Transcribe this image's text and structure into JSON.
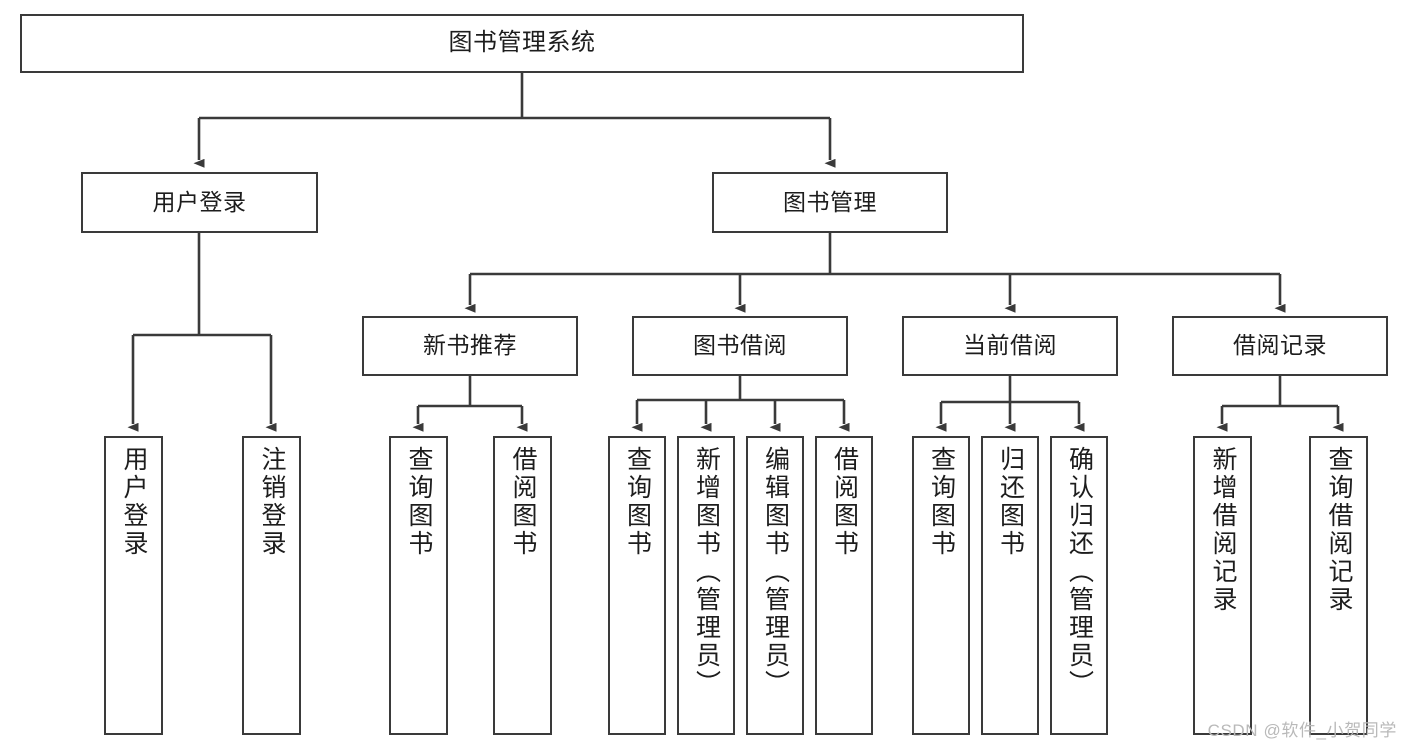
{
  "diagram": {
    "title": "图书管理系统",
    "type": "tree-hierarchy",
    "watermark": "CSDN @软件_小贺同学",
    "colors": {
      "box_border": "#3a3a3a",
      "box_fill": "#ffffff",
      "text": "#1d1d1d",
      "edge": "#3a3a3a",
      "watermark": "#b9b9b9",
      "background": "#ffffff"
    },
    "nodes": {
      "root": {
        "label": "图书管理系统"
      },
      "level2": [
        {
          "id": "user-login",
          "label": "用户登录"
        },
        {
          "id": "book-management",
          "label": "图书管理"
        }
      ],
      "level3": [
        {
          "id": "new-book-recommend",
          "label": "新书推荐"
        },
        {
          "id": "book-borrow",
          "label": "图书借阅"
        },
        {
          "id": "current-borrow",
          "label": "当前借阅"
        },
        {
          "id": "borrow-record",
          "label": "借阅记录"
        }
      ],
      "leaves": {
        "user-login": [
          {
            "id": "leaf-user-login",
            "label": "用户登录"
          },
          {
            "id": "leaf-logout-login",
            "label": "注销登录"
          }
        ],
        "new-book-recommend": [
          {
            "id": "leaf-query-book-1",
            "label": "查询图书"
          },
          {
            "id": "leaf-borrow-book-1",
            "label": "借阅图书"
          }
        ],
        "book-borrow": [
          {
            "id": "leaf-query-book-2",
            "label": "查询图书"
          },
          {
            "id": "leaf-add-book",
            "label": "新增图书（管理员）"
          },
          {
            "id": "leaf-edit-book",
            "label": "编辑图书（管理员）"
          },
          {
            "id": "leaf-borrow-book-2",
            "label": "借阅图书"
          }
        ],
        "current-borrow": [
          {
            "id": "leaf-query-book-3",
            "label": "查询图书"
          },
          {
            "id": "leaf-return-book",
            "label": "归还图书"
          },
          {
            "id": "leaf-confirm-return",
            "label": "确认归还（管理员）"
          }
        ],
        "borrow-record": [
          {
            "id": "leaf-add-borrow-record",
            "label": "新增借阅记录"
          },
          {
            "id": "leaf-query-borrow-record",
            "label": "查询借阅记录"
          }
        ]
      }
    }
  }
}
